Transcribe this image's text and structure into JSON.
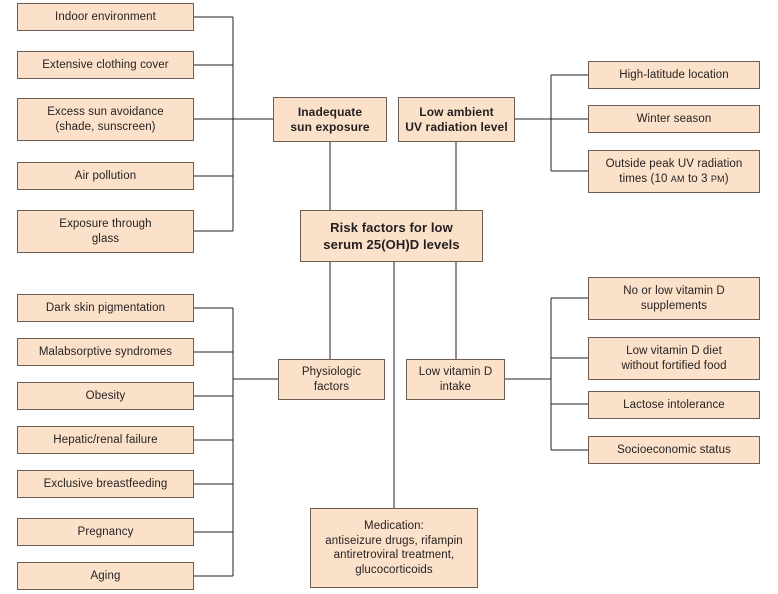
{
  "diagram": {
    "title": "Risk factors for low serum 25(OH)D levels",
    "colors": {
      "node_fill": "#fbe1c9",
      "node_border": "#6d5d52",
      "connector": "#231f20",
      "text": "#231f20",
      "background": "#ffffff"
    }
  },
  "hub": {
    "label": "Risk factors for low\nserum 25(OH)D levels"
  },
  "branches": {
    "inadequate_sun_exposure": {
      "label": "Inadequate\nsun exposure"
    },
    "low_ambient_uv": {
      "label": "Low ambient\nUV radiation level"
    },
    "physiologic_factors": {
      "label": "Physiologic\nfactors"
    },
    "low_vitamin_d_intake": {
      "label": "Low vitamin D\nintake"
    },
    "medication": {
      "label": "Medication:\nantiseizure drugs, rifampin\nantiretroviral treatment,\nglucocorticoids"
    }
  },
  "sun_exposure_causes": [
    {
      "label": "Indoor environment"
    },
    {
      "label": "Extensive clothing cover"
    },
    {
      "label": "Excess sun avoidance\n(shade, sunscreen)"
    },
    {
      "label": "Air pollution"
    },
    {
      "label": "Exposure through\nglass"
    }
  ],
  "uv_radiation_causes": [
    {
      "label": "High-latitude location"
    },
    {
      "label": "Winter season"
    },
    {
      "label_before": "Outside peak UV radiation\ntimes (10 ",
      "am": "AM",
      "label_mid": " to 3 ",
      "pm": "PM",
      "label_after": ")"
    }
  ],
  "physiologic_causes": [
    {
      "label": "Dark skin pigmentation"
    },
    {
      "label": "Malabsorptive syndromes"
    },
    {
      "label": "Obesity"
    },
    {
      "label": "Hepatic/renal failure"
    },
    {
      "label": "Exclusive breastfeeding"
    },
    {
      "label": "Pregnancy"
    },
    {
      "label": "Aging"
    }
  ],
  "intake_causes": [
    {
      "label": "No or low vitamin D\nsupplements"
    },
    {
      "label": "Low vitamin D diet\nwithout fortified food"
    },
    {
      "label": "Lactose intolerance"
    },
    {
      "label": "Socioeconomic status"
    }
  ]
}
